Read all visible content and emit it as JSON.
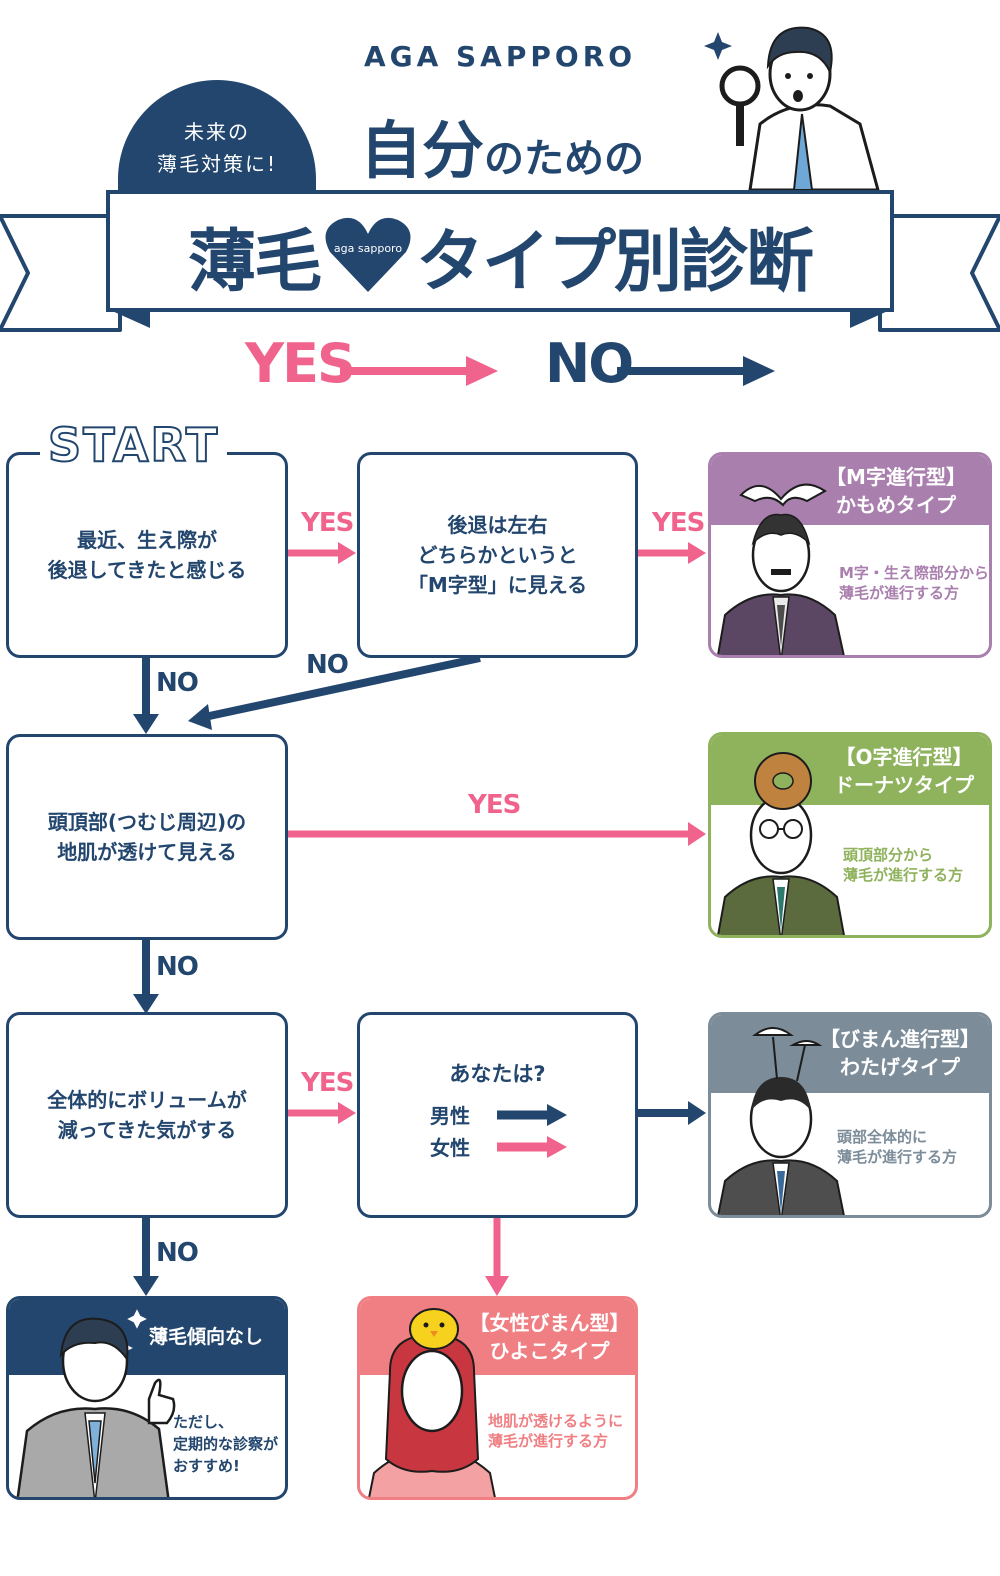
{
  "header": {
    "brand": "AGA SAPPORO",
    "badge": "未来の\n薄毛対策に!",
    "subtitle_big": "自分",
    "subtitle_small": "のための",
    "title_left": "薄毛",
    "heart_text": "aga sapporo",
    "title_right": "タイプ別診断"
  },
  "legend": {
    "yes": "YES",
    "no": "NO"
  },
  "flow": {
    "start": "START",
    "q1": "最近、生え際が\n後退してきたと感じる",
    "q2": "後退は左右\nどちらかというと\n「M字型」に見える",
    "q3": "頭頂部(つむじ周辺)の\n地肌が透けて見える",
    "q4": "全体的にボリュームが\n減ってきた気がする",
    "q5": "あなたは?",
    "male": "男性",
    "female": "女性",
    "yes": "YES",
    "no": "NO"
  },
  "results": {
    "m_type": {
      "head": "【M字進行型】\nかもめタイプ",
      "desc": "M字・生え際部分から\n薄毛が進行する方"
    },
    "o_type": {
      "head": "【O字進行型】\nドーナツタイプ",
      "desc": "頭頂部分から\n薄毛が進行する方"
    },
    "diffuse_type": {
      "head": "【びまん進行型】\nわたげタイプ",
      "desc": "頭部全体的に\n薄毛が進行する方"
    },
    "none": {
      "head": "薄毛傾向なし",
      "desc": "ただし、\n定期的な診察が\nおすすめ!"
    },
    "female_type": {
      "head": "【女性びまん型】\nひよこタイプ",
      "desc": "地肌が透けるように\n薄毛が進行する方"
    }
  },
  "colors": {
    "navy": "#23466e",
    "pink": "#f0638c",
    "purple": "#a97fae",
    "green": "#8fb25c",
    "slate": "#7c8c99",
    "salmon": "#f07f83"
  }
}
